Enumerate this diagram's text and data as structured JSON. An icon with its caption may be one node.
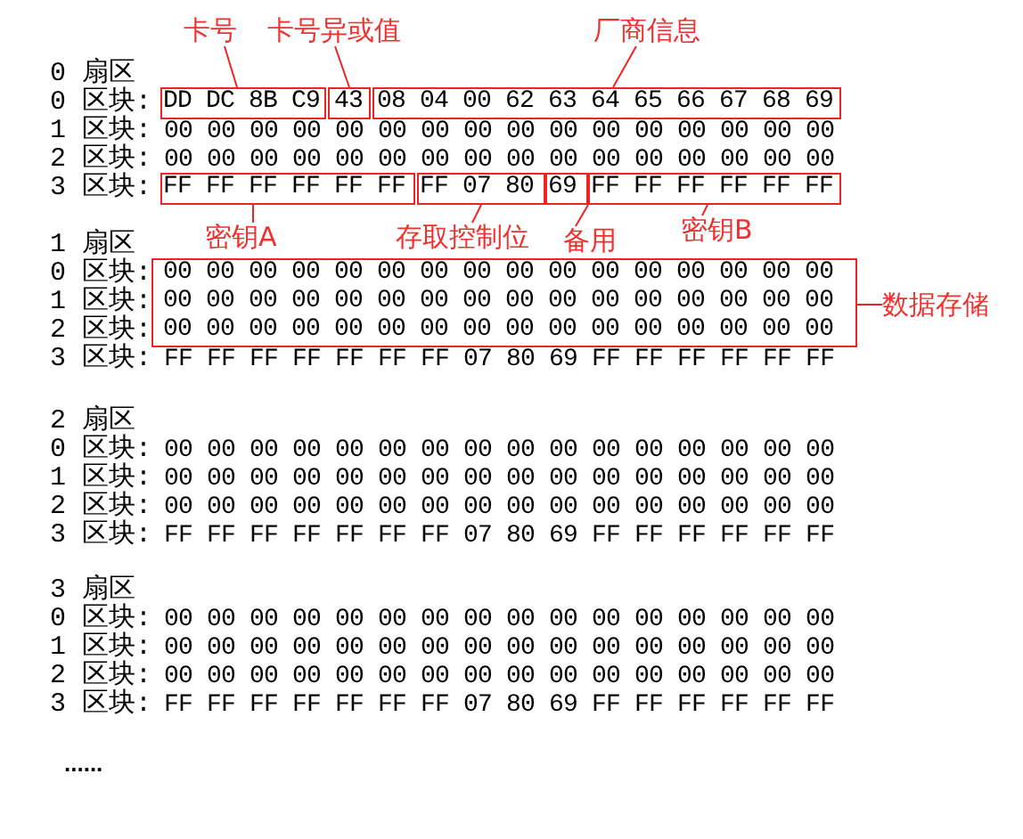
{
  "diagram": {
    "nodes": [
      {
        "text": [
          "卡号"
        ]
      },
      {
        "text": [
          "卡号异或值"
        ]
      },
      {
        "text": [
          "厂商信息"
        ]
      },
      {
        "text": [
          "DD DC 8B C9"
        ]
      },
      {
        "text": [
          "43"
        ]
      },
      {
        "text": [
          "08 04 00 62 63 64 65 66 67 68 69"
        ]
      },
      {
        "text": [
          "FF FF FF FF FF FF"
        ]
      },
      {
        "text": [
          "FF 07 80"
        ]
      },
      {
        "text": [
          "69"
        ]
      },
      {
        "text": [
          "FF FF FF FF FF FF"
        ]
      },
      {
        "text": [
          "密钥A"
        ]
      },
      {
        "text": [
          "存取控制位"
        ]
      },
      {
        "text": [
          "备用"
        ]
      },
      {
        "text": [
          "密钥B"
        ]
      },
      {
        "text": [
          "00 00 00 00 00 00 00 00 00 00 00 00 00 00 00 00",
          "00 00 00 00 00 00 00 00 00 00 00 00 00 00 00 00",
          "00 00 00 00 00 00 00 00 00 00 00 00 00 00 00 00"
        ]
      },
      {
        "text": [
          "数据存储"
        ]
      }
    ],
    "edges": [
      {
        "from": 0,
        "to": 3,
        "arrow": "none"
      },
      {
        "from": 1,
        "to": 4,
        "arrow": "none"
      },
      {
        "from": 2,
        "to": 5,
        "arrow": "none"
      },
      {
        "from": 10,
        "to": 6,
        "arrow": "none"
      },
      {
        "from": 11,
        "to": 7,
        "arrow": "none"
      },
      {
        "from": 12,
        "to": 8,
        "arrow": "none"
      },
      {
        "from": 13,
        "to": 9,
        "arrow": "none"
      },
      {
        "from": 15,
        "to": 14,
        "arrow": "none"
      }
    ],
    "labels": [
      "0 扇区",
      "0 区块:",
      "1 区块:",
      "00 00 00 00 00 00 00 00 00 00 00 00 00 00 00 00",
      "2 区块:",
      "00 00 00 00 00 00 00 00 00 00 00 00 00 00 00 00",
      "3 区块:",
      "1 扇区",
      "0 区块:",
      "1 区块:",
      "2 区块:",
      "3 区块:",
      "FF FF FF FF FF FF FF 07 80 69 FF FF FF FF FF FF",
      "2 扇区",
      "0 区块:",
      "00 00 00 00 00 00 00 00 00 00 00 00 00 00 00 00",
      "1 区块:",
      "00 00 00 00 00 00 00 00 00 00 00 00 00 00 00 00",
      "2 区块:",
      "00 00 00 00 00 00 00 00 00 00 00 00 00 00 00 00",
      "3 区块:",
      "FF FF FF FF FF FF FF 07 80 69 FF FF FF FF FF FF",
      "3 扇区",
      "0 区块:",
      "00 00 00 00 00 00 00 00 00 00 00 00 00 00 00 00",
      "1 区块:",
      "00 00 00 00 00 00 00 00 00 00 00 00 00 00 00 00",
      "2 区块:",
      "00 00 00 00 00 00 00 00 00 00 00 00 00 00 00 00",
      "3 区块:",
      "FF FF FF FF FF FF FF 07 80 69 FF FF FF FF FF FF",
      "......"
    ]
  }
}
